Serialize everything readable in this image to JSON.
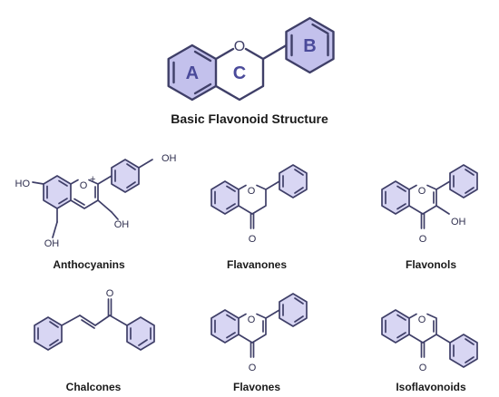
{
  "main_structure": {
    "title": "Basic Flavonoid Structure",
    "ring_labels": {
      "a": "A",
      "b": "B",
      "c": "C"
    },
    "oxygen": "O"
  },
  "compounds": {
    "anthocyanins": {
      "label": "Anthocyanins",
      "oxygen": "O",
      "charge": "+",
      "substituent_ho": "HO",
      "substituent_oh": "OH"
    },
    "flavanones": {
      "label": "Flavanones",
      "oxygen": "O"
    },
    "flavonols": {
      "label": "Flavonols",
      "oxygen": "O",
      "substituent_oh": "OH"
    },
    "chalcones": {
      "label": "Chalcones",
      "oxygen": "O"
    },
    "flavones": {
      "label": "Flavones",
      "oxygen": "O"
    },
    "isoflavonoids": {
      "label": "Isoflavonoids",
      "oxygen": "O"
    }
  },
  "colors": {
    "ring_fill": "#d8d6f3",
    "ring_fill_main": "#c3c1ec",
    "bond": "#3f3f68",
    "ring_letter": "#4a4a9a"
  }
}
